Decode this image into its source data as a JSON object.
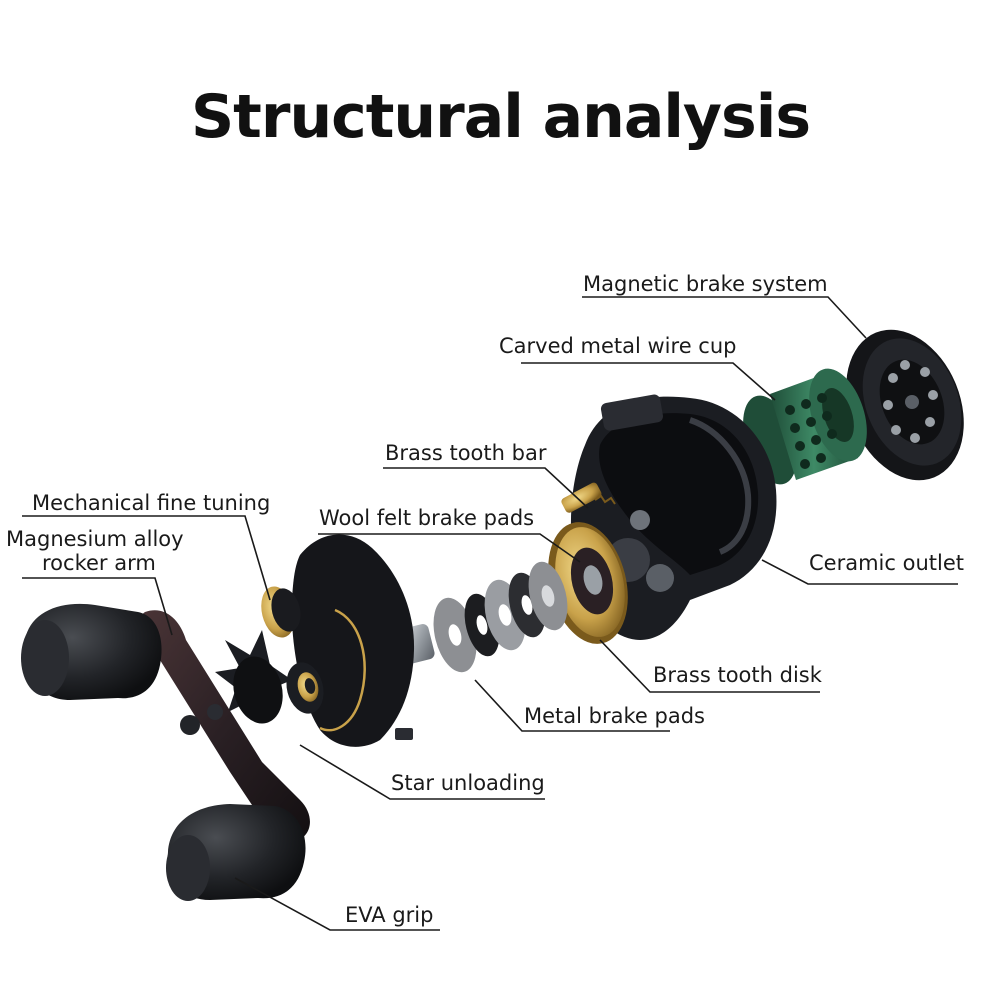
{
  "title": "Structural analysis",
  "labels": {
    "magnetic_brake_system": "Magnetic brake system",
    "carved_metal_wire_cup": "Carved metal wire cup",
    "brass_tooth_bar": "Brass tooth bar",
    "mechanical_fine_tuning": "Mechanical fine tuning",
    "wool_felt_brake_pads": "Wool felt brake pads",
    "magnesium_alloy_line1": "Magnesium alloy",
    "magnesium_alloy_line2": "rocker arm",
    "ceramic_outlet": "Ceramic outlet",
    "brass_tooth_disk": "Brass tooth disk",
    "metal_brake_pads": "Metal brake pads",
    "star_unloading": "Star unloading",
    "eva_grip": "EVA grip"
  },
  "colors": {
    "text": "#1a1a1a",
    "body": "#1b1d22",
    "spool_green": "#2f6b4f",
    "brass": "#c9a24a",
    "steel": "#9aa0a6"
  }
}
